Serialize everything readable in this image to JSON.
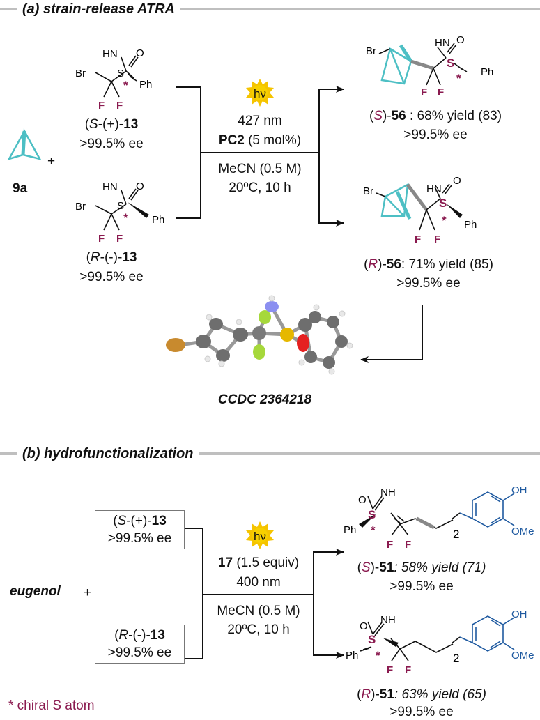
{
  "section_a": {
    "title": "(a) strain-release ATRA",
    "reactant": "9a",
    "plus": "+",
    "sulfox_top": {
      "config": "S",
      "sign": "-(+)-",
      "num": "13",
      "ee": ">99.5% ee"
    },
    "sulfox_bottom": {
      "config": "R",
      "sign": "-(-)-",
      "num": "13",
      "ee": ">99.5% ee"
    },
    "light": "hν",
    "wavelength": "427 nm",
    "catalyst": "PC2",
    "catalyst_load": " (5 mol%)",
    "solvent": "MeCN (0.5 M)",
    "temp_time": "20ºC, 10 h",
    "product_top": {
      "config": "S",
      "num": "56",
      "yield": " : 68% yield (83)",
      "ee": ">99.5% ee"
    },
    "product_bottom": {
      "config": "R",
      "num": "56",
      "yield": ": 71% yield (85)",
      "ee": ">99.5% ee"
    },
    "ccdc": "CCDC 2364218"
  },
  "section_b": {
    "title": "(b) hydrofunctionalization",
    "reactant": "eugenol",
    "plus": "+",
    "sulfox_top": {
      "config": "S",
      "sign": "-(+)-",
      "num": "13",
      "ee": ">99.5% ee"
    },
    "sulfox_bottom": {
      "config": "R",
      "sign": "-(-)-",
      "num": "13",
      "ee": ">99.5% ee"
    },
    "light": "hν",
    "reagent_num": "17",
    "reagent_equiv": " (1.5 equiv)",
    "wavelength": "400 nm",
    "solvent": "MeCN (0.5 M)",
    "temp_time": "20ºC, 10 h",
    "product_top": {
      "config": "S",
      "num": "51",
      "yield": ": 58% yield (71)",
      "ee": ">99.5% ee"
    },
    "product_bottom": {
      "config": "R",
      "num": "51",
      "yield": ": 63% yield (65)",
      "ee": ">99.5% ee"
    }
  },
  "footnote": "* chiral S atom",
  "atoms": {
    "br": "Br",
    "hn": "HN",
    "nh": "NH",
    "o": "O",
    "s": "S",
    "ph": "Ph",
    "f": "F",
    "star": "*",
    "oh": "OH",
    "ome": "OMe",
    "sub2": "2"
  },
  "colors": {
    "accent_magenta": "#8a1a4f",
    "teal": "#4dbfc4",
    "blue": "#1f5aa0",
    "header_gray": "#bfbfbf",
    "sun": "#f5c400"
  }
}
